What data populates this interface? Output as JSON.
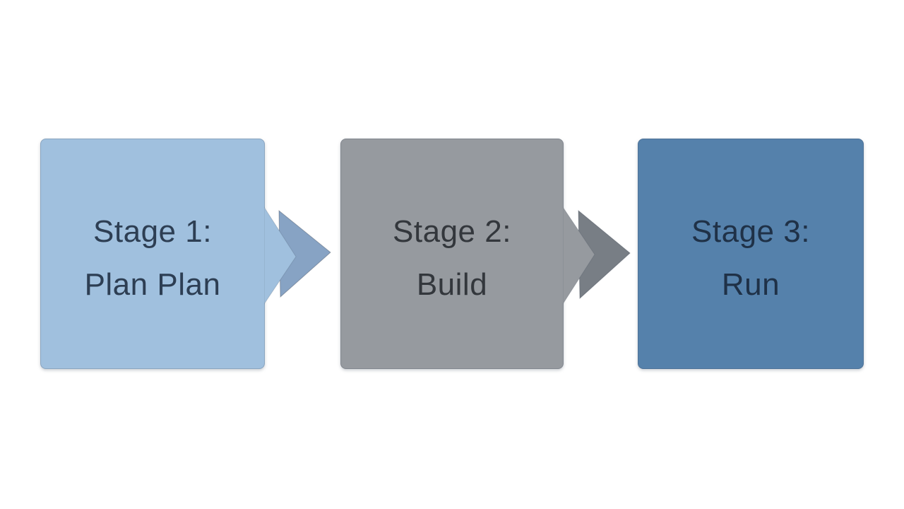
{
  "background_color": "#ffffff",
  "diagram": {
    "type": "process-flow",
    "stages": [
      {
        "id": 1,
        "line1": "Stage 1:",
        "line2": "Plan Plan",
        "box_color": "#a0c0de",
        "text_color": "#2d3e53",
        "arrow_color": "#87a3c4",
        "pointer_color": "#a0c0de"
      },
      {
        "id": 2,
        "line1": "Stage 2:",
        "line2": "Build",
        "box_color": "#969a9f",
        "text_color": "#33373c",
        "arrow_color": "#787e85",
        "pointer_color": "#969a9f"
      },
      {
        "id": 3,
        "line1": "Stage 3:",
        "line2": "Run",
        "box_color": "#5581ab",
        "text_color": "#1f3147",
        "arrow_color": null,
        "pointer_color": null
      }
    ]
  }
}
